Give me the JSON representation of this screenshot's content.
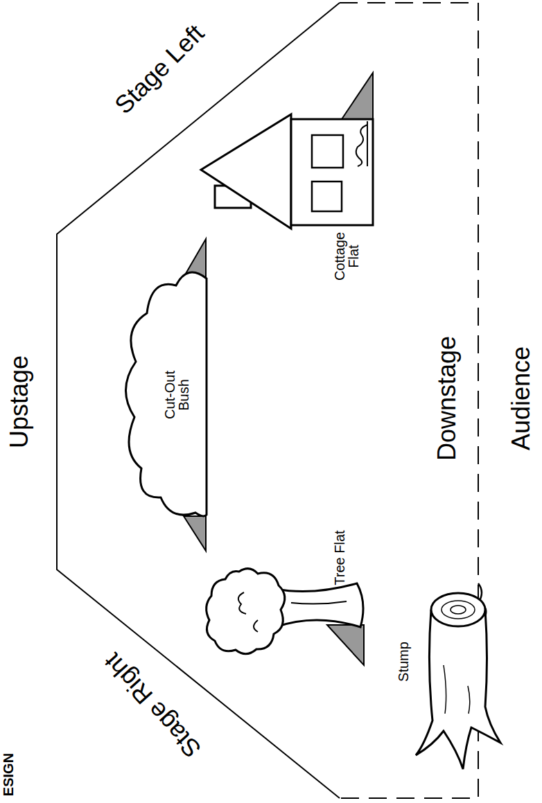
{
  "diagram": {
    "nodes": [
      {
        "text": [
          "Cut-Out Bush"
        ]
      }
    ],
    "labels": [
      "ESIGN",
      "Stage Left",
      "Upstage",
      "Stage Right",
      "Tree Flat",
      "Cottage Flat",
      "Downstage",
      "Stump",
      "Audience"
    ]
  }
}
